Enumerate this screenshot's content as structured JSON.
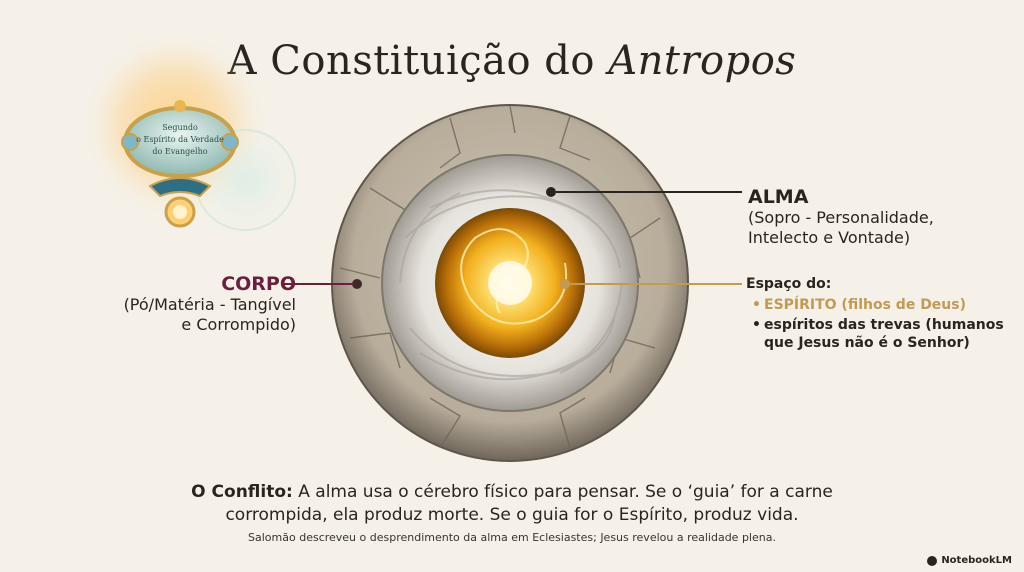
{
  "title": {
    "main": "A Constituição do ",
    "italic": "Antropos"
  },
  "emblem": {
    "line1": "Segundo",
    "line2": "o Espírito da Verdade",
    "line3": "do Evangelho"
  },
  "labels": {
    "corpo": {
      "heading": "CORPO",
      "line1": "(Pó/Matéria - Tangível",
      "line2": "e Corrompido)"
    },
    "alma": {
      "heading": "ALMA",
      "line1": "(Sopro - Personalidade,",
      "line2": "Intelecto e Vontade)"
    },
    "espaco": {
      "heading": "Espaço do:",
      "items": [
        {
          "text": "ESPÍRITO (filhos de Deus)"
        },
        {
          "text": "espíritos das trevas (humanos que Jesus não é o Senhor)"
        }
      ]
    }
  },
  "conflict": {
    "label": "O Conflito:",
    "text": " A alma usa o cérebro físico para pensar. Se o ‘guia’ for a carne corrompida, ela produz morte. Se o guia for o Espírito, produz vida."
  },
  "footnote": "Salomão descreveu o desprendimento da alma em Eclesiastes; Jesus revelou a realidade plena.",
  "brand": "NotebookLM",
  "colors": {
    "background": "#f5f1e8",
    "corpo_accent": "#6b1f3f",
    "spirit_gold": "#c19a55",
    "text_dark": "#2a2420"
  }
}
